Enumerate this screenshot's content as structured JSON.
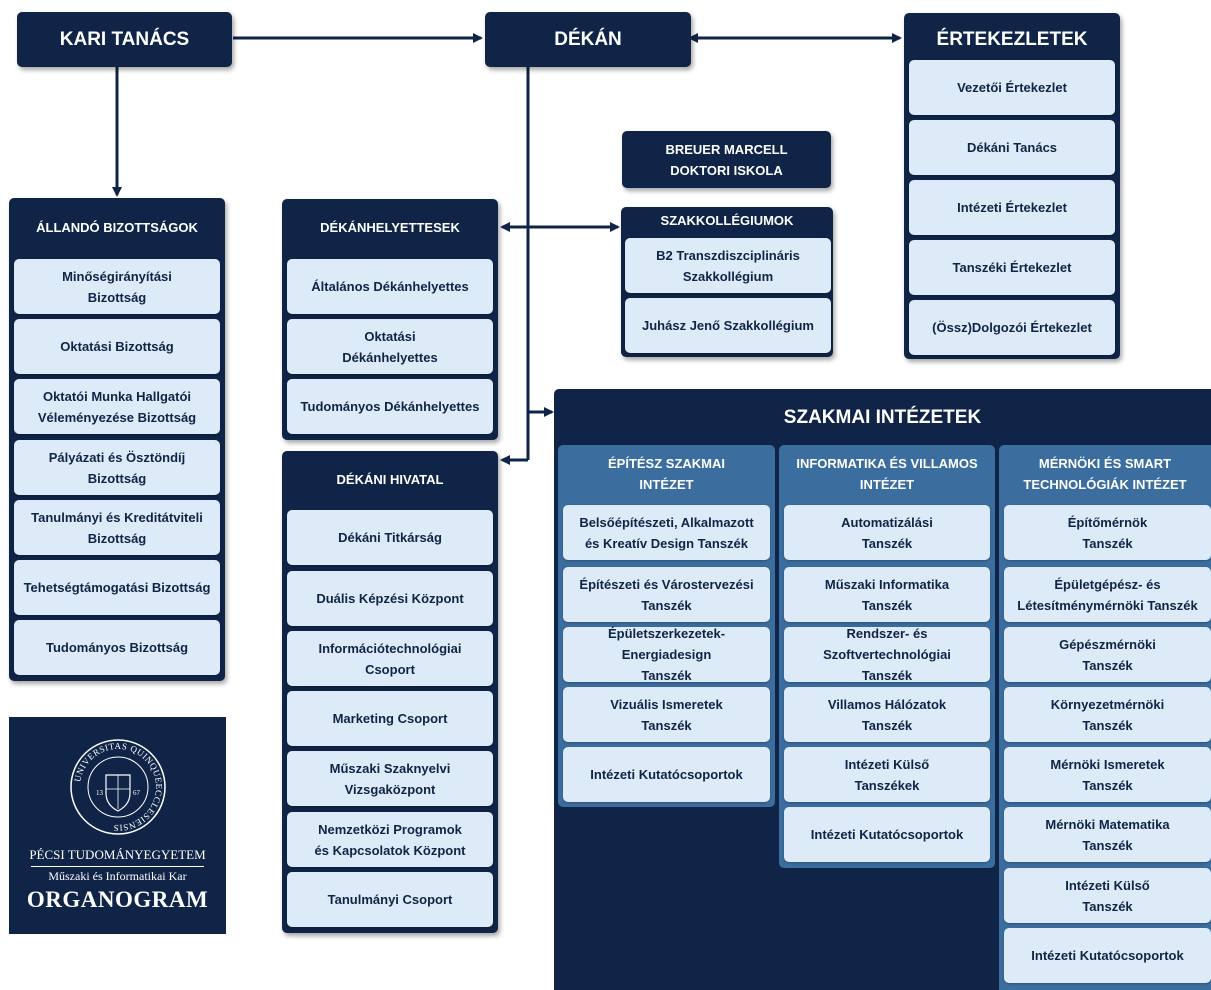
{
  "top": {
    "kari_tanacs": "KARI TANÁCS",
    "dekan": "DÉKÁN",
    "ertekezletek": "ÉRTEKEZLETEK"
  },
  "ertekezletek_items": [
    "Vezetői Értekezlet",
    "Dékáni Tanács",
    "Intézeti Értekezlet",
    "Tanszéki Értekezlet",
    "(Össz)Dolgozói Értekezlet"
  ],
  "doktori": "BREUER MARCELL\nDOKTORI ISKOLA",
  "szakkollegiumok": {
    "title": "SZAKKOLLÉGIUMOK",
    "items": [
      "B2 Transzdiszciplináris\nSzakkollégium",
      "Juhász Jenő Szakkollégium"
    ]
  },
  "allando": {
    "title": "ÁLLANDÓ BIZOTTSÁGOK",
    "items": [
      "Minőségirányítási\nBizottság",
      "Oktatási Bizottság",
      "Oktatói Munka Hallgatói\nVéleményezése Bizottság",
      "Pályázati és Ösztöndíj Bizottság",
      "Tanulmányi és Kreditátviteli\nBizottság",
      "Tehetségtámogatási Bizottság",
      "Tudományos Bizottság"
    ]
  },
  "dekanhelyettesek": {
    "title": "DÉKÁNHELYETTESEK",
    "items": [
      "Általános Dékánhelyettes",
      "Oktatási\nDékánhelyettes",
      "Tudományos Dékánhelyettes"
    ]
  },
  "dekani_hivatal": {
    "title": "DÉKÁNI HIVATAL",
    "items": [
      "Dékáni Titkárság",
      "Duális Képzési Központ",
      "Információtechnológiai\nCsoport",
      "Marketing Csoport",
      "Műszaki Szaknyelvi\nVizsgaközpont",
      "Nemzetközi Programok\nés Kapcsolatok Központ",
      "Tanulmányi Csoport"
    ]
  },
  "szakmai": {
    "title": "SZAKMAI INTÉZETEK",
    "columns": [
      {
        "title": "ÉPÍTÉSZ SZAKMAI\nINTÉZET",
        "items": [
          "Belsőépítészeti, Alkalmazott\nés Kreatív Design Tanszék",
          "Építészeti és Várostervezési\nTanszék",
          "Épületszerkezetek-Energiadesign\nTanszék",
          "Vizuális Ismeretek\nTanszék",
          "Intézeti Kutatócsoportok"
        ]
      },
      {
        "title": "INFORMATIKA ÉS VILLAMOS\nINTÉZET",
        "items": [
          "Automatizálási\nTanszék",
          "Műszaki Informatika\nTanszék",
          "Rendszer- és Szoftvertechnológiai\nTanszék",
          "Villamos Hálózatok\nTanszék",
          "Intézeti Külső\nTanszékek",
          "Intézeti Kutatócsoportok"
        ]
      },
      {
        "title": "MÉRNÖKI ÉS SMART\nTECHNOLÓGIÁK INTÉZET",
        "items": [
          "Építőmérnök\nTanszék",
          "Épületgépész- és\nLétesítménymérnöki Tanszék",
          "Gépészmérnöki\nTanszék",
          "Környezetmérnöki\nTanszék",
          "Mérnöki Ismeretek\nTanszék",
          "Mérnöki Matematika\nTanszék",
          "Intézeti Külső\nTanszék",
          "Intézeti Kutatócsoportok"
        ]
      }
    ]
  },
  "logo": {
    "university": "PÉCSI TUDOMÁNYEGYETEM",
    "faculty": "Műszaki és Informatikai Kar",
    "organogram": "ORGANOGRAM",
    "seal_text": "UNIVERSITAS QUINQUEECCLESIENSIS",
    "seal_year_left": "13",
    "seal_year_right": "67"
  },
  "colors": {
    "navy": "#0f2447",
    "item_bg": "#ddeaf8",
    "column_bg": "#3c6d9f"
  }
}
